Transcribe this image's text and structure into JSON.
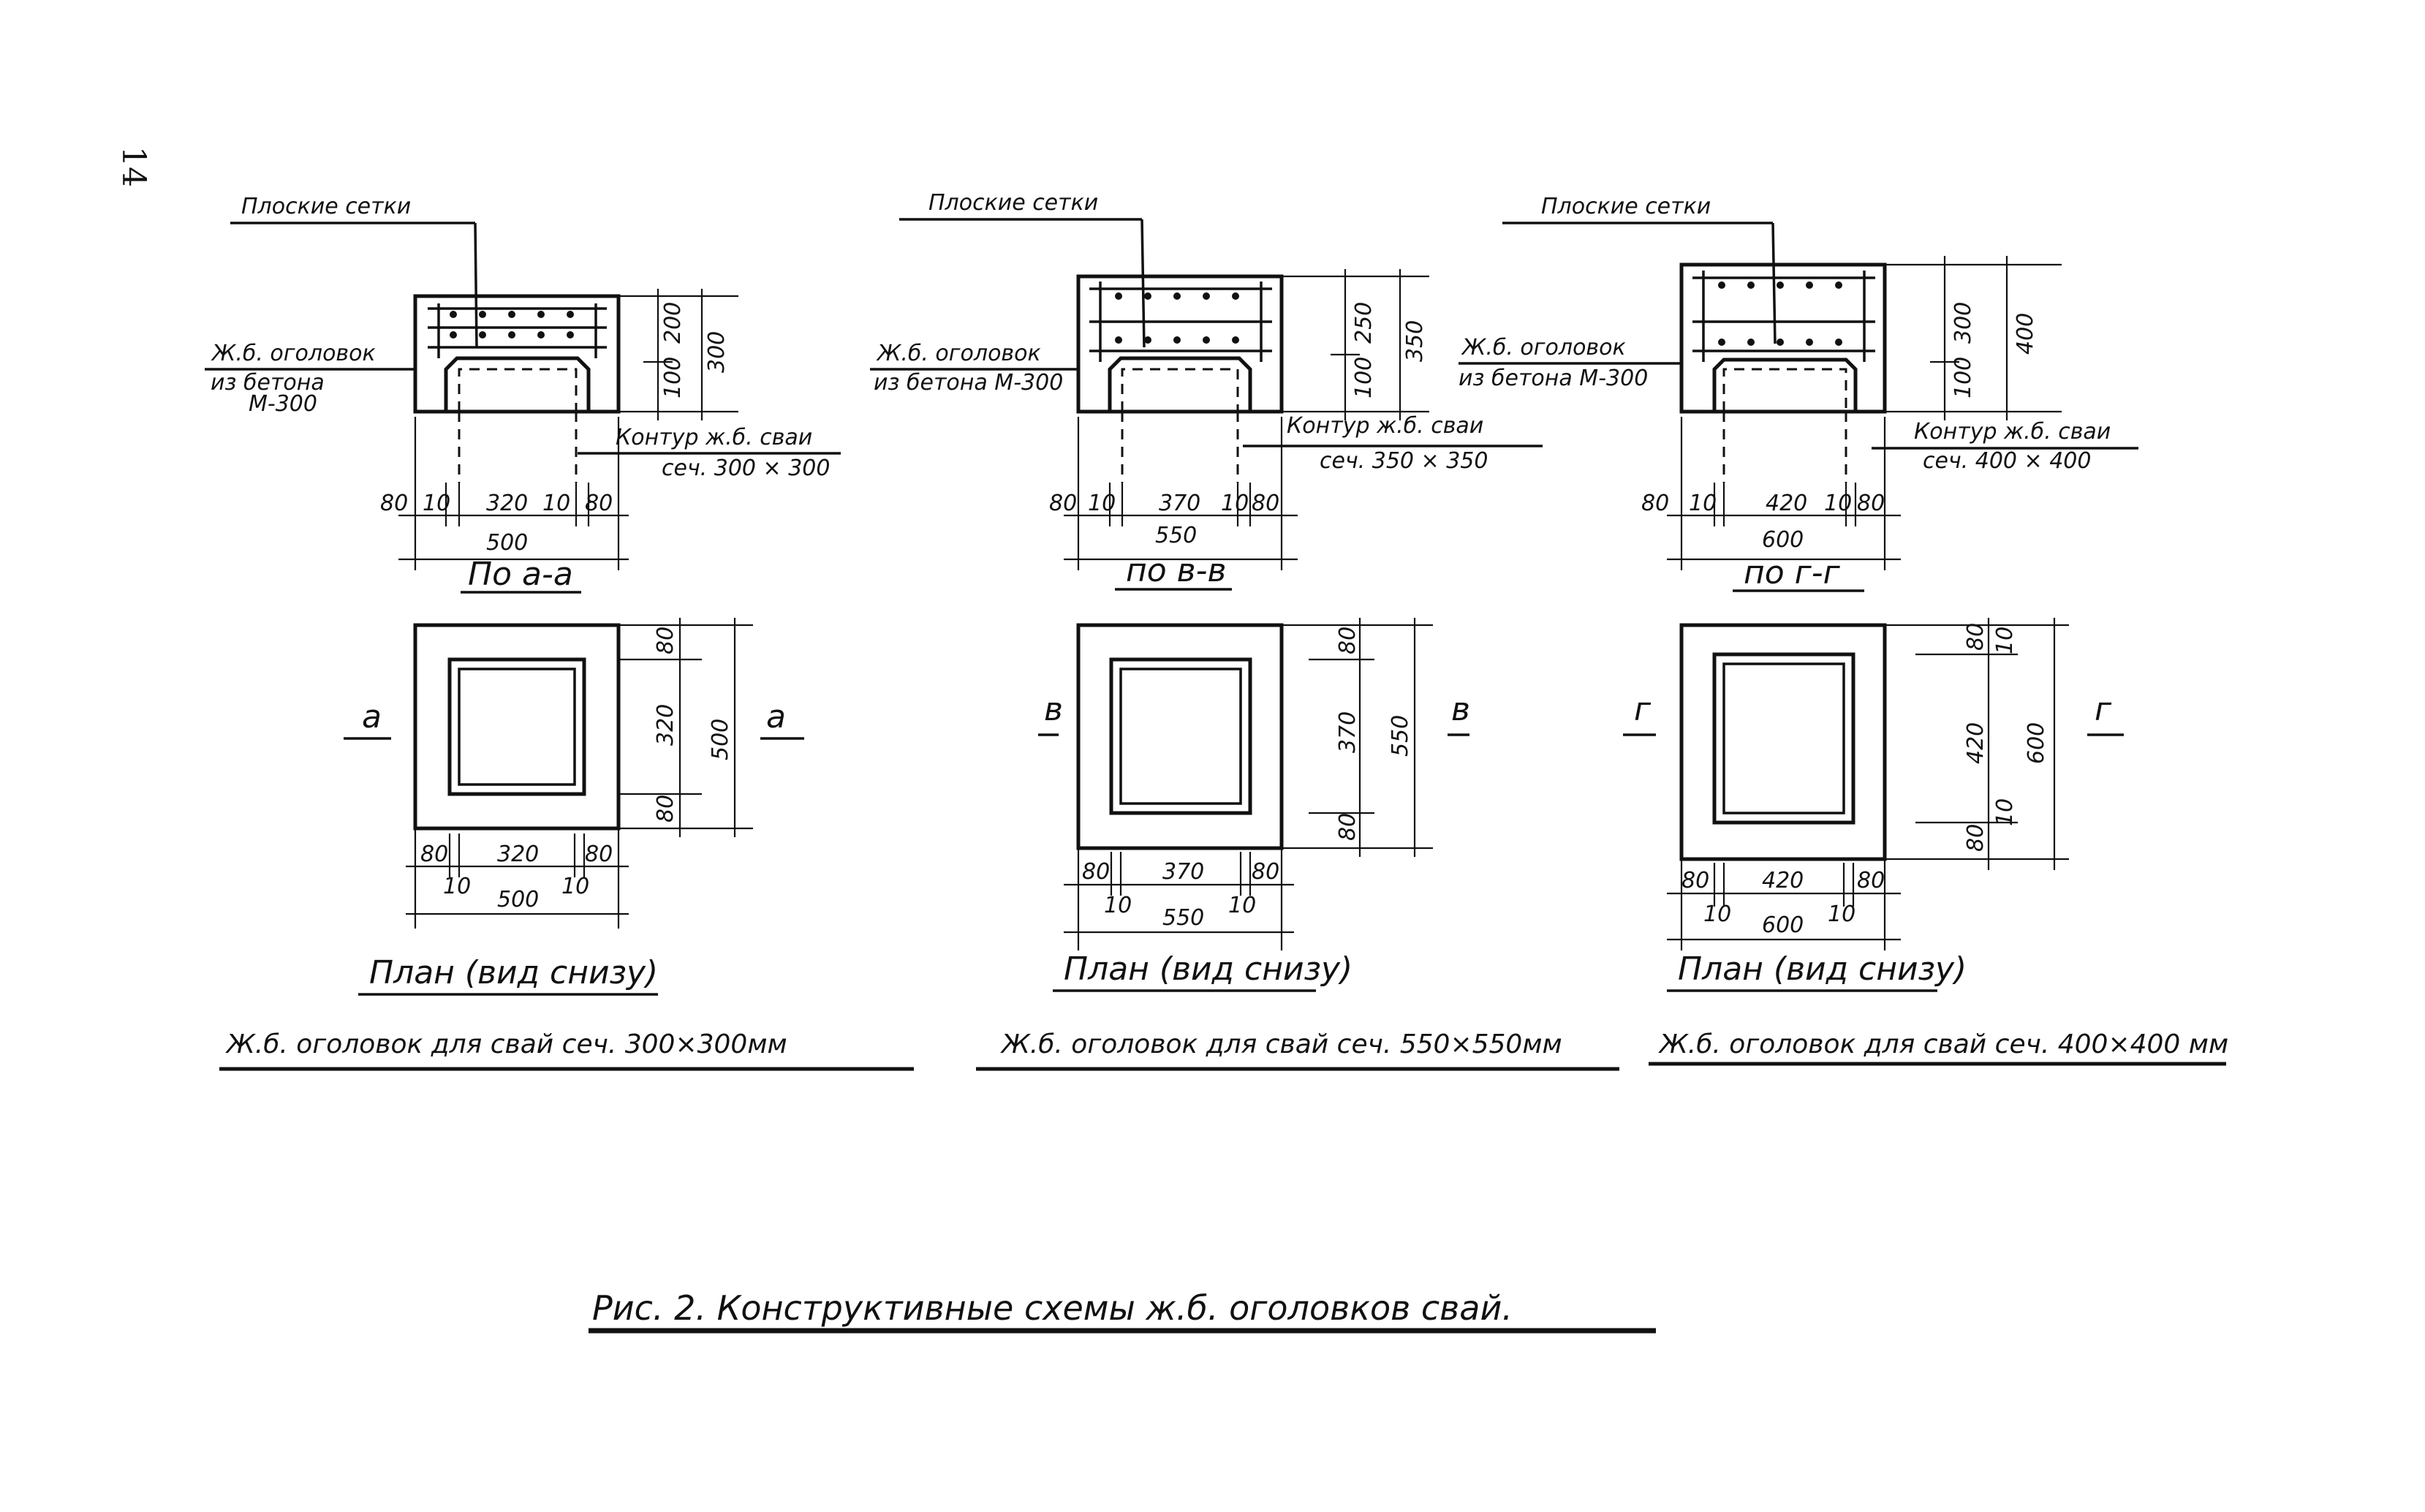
{
  "page_number": "14",
  "common": {
    "mesh_label": "Плоские сетки",
    "plan_title": "План (вид снизу)"
  },
  "details": [
    {
      "cap_label_1": "Ж.б. оголовок",
      "cap_label_2": "из бетона",
      "cap_label_3": "М-300",
      "contour_1": "Контур ж.б. сваи",
      "contour_2": "сеч. 300 × 300",
      "sec_dims": {
        "h_top": "200",
        "h_bot": "100",
        "h_tot": "300",
        "b_left": "80",
        "gap_left": "10",
        "inner": "320",
        "gap_right": "10",
        "b_right": "80",
        "total": "500"
      },
      "section_title": "По а-а",
      "cut_mark": "а",
      "plan_dims": {
        "side": "80",
        "inner": "320",
        "total": "500",
        "gap": "10"
      },
      "caption": "Ж.б. оголовок для свай сеч. 300×300мм"
    },
    {
      "cap_label_1": "Ж.б. оголовок",
      "cap_label_2": "из бетона М-300",
      "cap_label_3": "",
      "contour_1": "Контур ж.б. сваи",
      "contour_2": "сеч. 350 × 350",
      "sec_dims": {
        "h_top": "250",
        "h_bot": "100",
        "h_tot": "350",
        "b_left": "80",
        "gap_left": "10",
        "inner": "370",
        "gap_right": "10",
        "b_right": "80",
        "total": "550"
      },
      "section_title": "по в-в",
      "cut_mark": "в",
      "plan_dims": {
        "side": "80",
        "inner": "370",
        "total": "550",
        "gap": "10"
      },
      "caption": "Ж.б. оголовок для свай сеч. 550×550мм"
    },
    {
      "cap_label_1": "Ж.б. оголовок",
      "cap_label_2": "из бетона М-300",
      "cap_label_3": "",
      "contour_1": "Контур ж.б. сваи",
      "contour_2": "сеч. 400 × 400",
      "sec_dims": {
        "h_top": "300",
        "h_bot": "100",
        "h_tot": "400",
        "b_left": "80",
        "gap_left": "10",
        "inner": "420",
        "gap_right": "10",
        "b_right": "80",
        "total": "600"
      },
      "section_title": "по г-г",
      "cut_mark": "г",
      "plan_dims": {
        "side": "80",
        "inner": "420",
        "total": "600",
        "gap": "10"
      },
      "caption": "Ж.б. оголовок для свай сеч. 400×400 мм"
    }
  ],
  "figure_caption": "Рис. 2. Конструктивные схемы ж.б. оголовков свай."
}
